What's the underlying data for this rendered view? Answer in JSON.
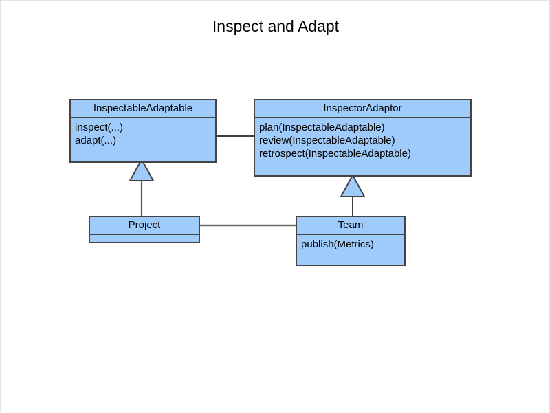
{
  "diagram": {
    "title": "Inspect and Adapt",
    "type": "uml-class-diagram",
    "colors": {
      "class_fill": "#9ecbfa",
      "class_border": "#434343",
      "connector": "#6e6e6e",
      "association_thin": "#000000",
      "background": "#ffffff",
      "text": "#000000"
    },
    "classes": [
      {
        "id": "inspectableadaptable",
        "name": "InspectableAdaptable",
        "members": [
          "inspect(...)",
          "adapt(...)"
        ]
      },
      {
        "id": "inspectoradaptor",
        "name": "InspectorAdaptor",
        "members": [
          "plan(InspectableAdaptable)",
          "review(InspectableAdaptable)",
          "retrospect(InspectableAdaptable)"
        ]
      },
      {
        "id": "project",
        "name": "Project",
        "members": []
      },
      {
        "id": "team",
        "name": "Team",
        "members": [
          "publish(Metrics)"
        ]
      }
    ],
    "relationships": [
      {
        "kind": "association",
        "from": "InspectableAdaptable",
        "to": "InspectorAdaptor",
        "style": "thin-line"
      },
      {
        "kind": "generalization",
        "from": "Project",
        "to": "InspectableAdaptable",
        "style": "hollow-triangle-arrow"
      },
      {
        "kind": "generalization",
        "from": "Team",
        "to": "InspectorAdaptor",
        "style": "hollow-triangle-arrow"
      },
      {
        "kind": "association",
        "from": "Project",
        "to": "Team",
        "style": "thick-line"
      }
    ]
  }
}
